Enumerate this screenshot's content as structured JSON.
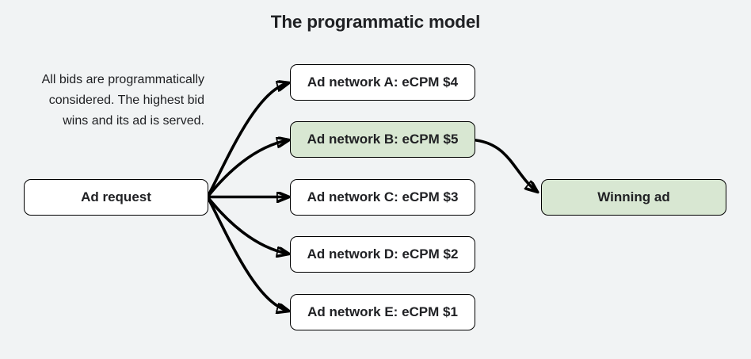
{
  "title": "The programmatic model",
  "note": {
    "lines": [
      "All bids are programmatically",
      "considered. The highest bid",
      "wins and its ad is served."
    ]
  },
  "nodes": {
    "ad_request": "Ad request",
    "networks": [
      {
        "label": "Ad network A: eCPM $4",
        "highlighted": false
      },
      {
        "label": "Ad network B: eCPM $5",
        "highlighted": true
      },
      {
        "label": "Ad network C: eCPM $3",
        "highlighted": false
      },
      {
        "label": "Ad network D: eCPM $2",
        "highlighted": false
      },
      {
        "label": "Ad network E: eCPM $1",
        "highlighted": false
      }
    ],
    "winning": "Winning ad"
  },
  "colors": {
    "background": "#f1f3f4",
    "box_bg": "#ffffff",
    "highlight": "#d8e7d2",
    "border": "#000000",
    "text": "#202124",
    "arrow": "#000000"
  }
}
